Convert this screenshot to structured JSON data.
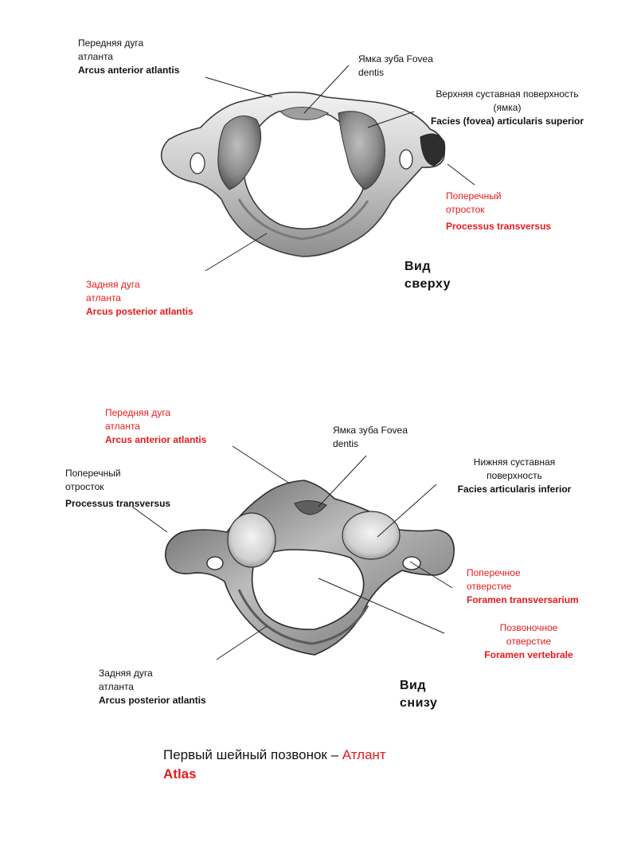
{
  "diagram": {
    "top_view": {
      "view_label": [
        "Вид",
        "сверху"
      ],
      "labels": {
        "anterior_arch": {
          "ru": [
            "Передняя дуга",
            "атланта"
          ],
          "la": "Arcus anterior atlantis",
          "color": "#111111"
        },
        "fovea_dentis": {
          "ru": [
            "Ямка зуба  Fovea",
            "dentis"
          ],
          "color": "#111111"
        },
        "superior_facet": {
          "ru": [
            "Верхняя суставная поверхность",
            "(ямка)"
          ],
          "la": "Facies (fovea) articularis superior",
          "color": "#111111"
        },
        "transverse_process": {
          "ru": [
            "Поперечный",
            "отросток"
          ],
          "la": "Processus transversus",
          "color": "#e8191c"
        },
        "posterior_arch": {
          "ru": [
            "Задняя дуга",
            "атланта"
          ],
          "la": "Arcus posterior atlantis",
          "color": "#e8191c"
        }
      }
    },
    "bottom_view": {
      "view_label": [
        "Вид",
        "снизу"
      ],
      "labels": {
        "anterior_arch": {
          "ru": [
            "Передняя дуга",
            "атланта"
          ],
          "la": "Arcus anterior atlantis",
          "color": "#e8191c"
        },
        "fovea_dentis": {
          "ru": [
            "Ямка зуба  Fovea",
            "dentis"
          ],
          "color": "#111111"
        },
        "transverse_process": {
          "ru": [
            "Поперечный",
            "отросток"
          ],
          "la": "Processus transversus",
          "color": "#111111"
        },
        "inferior_facet": {
          "ru": [
            "Нижняя суставная",
            "поверхность"
          ],
          "la": "Facies articularis inferior",
          "color": "#111111"
        },
        "transverse_foramen": {
          "ru": [
            "Поперечное",
            "отверстие"
          ],
          "la": "Foramen transversarium",
          "color": "#e8191c"
        },
        "vertebral_foramen": {
          "ru": [
            "Позвоночное",
            "отверстие"
          ],
          "la": "Foramen vertebrale",
          "color": "#e8191c"
        },
        "posterior_arch": {
          "ru": [
            "Задняя дуга",
            "атланта"
          ],
          "la": "Arcus posterior atlantis",
          "color": "#111111"
        }
      }
    },
    "title": {
      "main": "Первый  шейный позвонок – ",
      "red": "Атлант",
      "atlas": "Atlas"
    }
  }
}
